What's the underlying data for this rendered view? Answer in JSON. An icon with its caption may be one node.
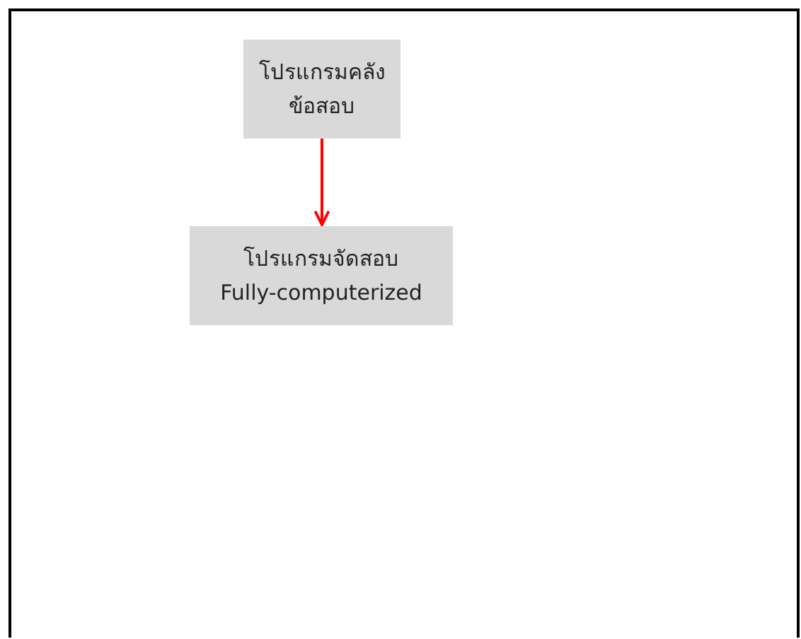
{
  "diagram": {
    "nodes": [
      {
        "text": [
          "โปรแกรมคลังข้อสอบ"
        ]
      },
      {
        "text": [
          "โปรแกรมจัดสอบ",
          "Fully-computerized"
        ]
      }
    ],
    "edges": [
      {
        "from": 0,
        "to": 1,
        "arrow": "to",
        "color": "#ff0000"
      }
    ]
  }
}
